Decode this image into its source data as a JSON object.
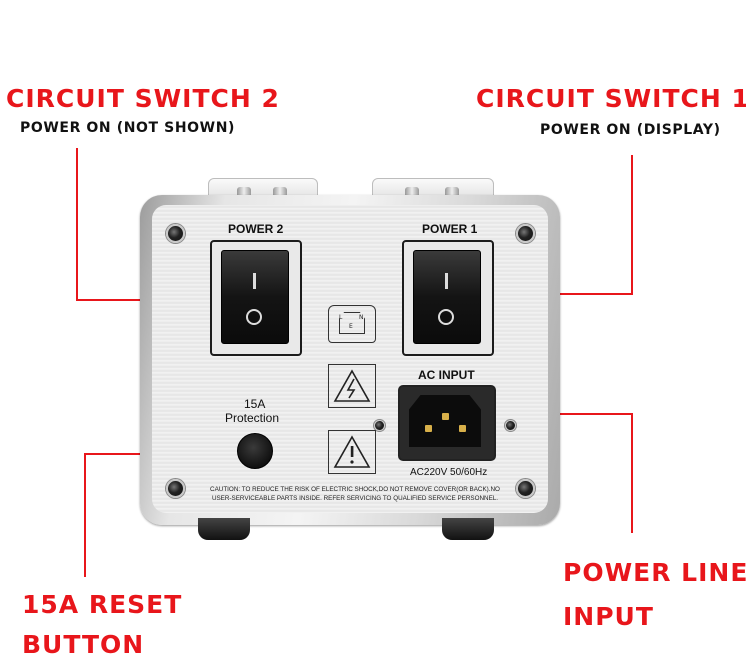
{
  "callouts": {
    "switch2": {
      "title": "CIRCUIT SWITCH 2",
      "subtitle": "POWER ON (NOT SHOWN)"
    },
    "switch1": {
      "title": "CIRCUIT SWITCH 1",
      "subtitle": "POWER ON (DISPLAY)"
    },
    "reset": {
      "title": "15A RESET",
      "title_cont": "BUTTON"
    },
    "power_line": {
      "title_line1": "POWER LINE",
      "title_line2": "INPUT"
    }
  },
  "panel": {
    "power2_label": "POWER 2",
    "power1_label": "POWER 1",
    "protection_line1": "15A",
    "protection_line2": "Protection",
    "ac_input_label": "AC INPUT",
    "rating_label": "AC220V 50/60Hz",
    "socket_letters": [
      "L",
      "E",
      "N"
    ],
    "caution_text": "CAUTION: TO REDUCE THE RISK OF ELECTRIC SHOCK,DO NOT REMOVE COVER(OR BACK).NO USER-SERVICEABLE PARTS INSIDE. REFER SERVICING TO QUALIFIED SERVICE PERSONNEL."
  },
  "colors": {
    "accent": "#e8161b",
    "panel": "#e6e6e6",
    "switch": "#141414"
  }
}
